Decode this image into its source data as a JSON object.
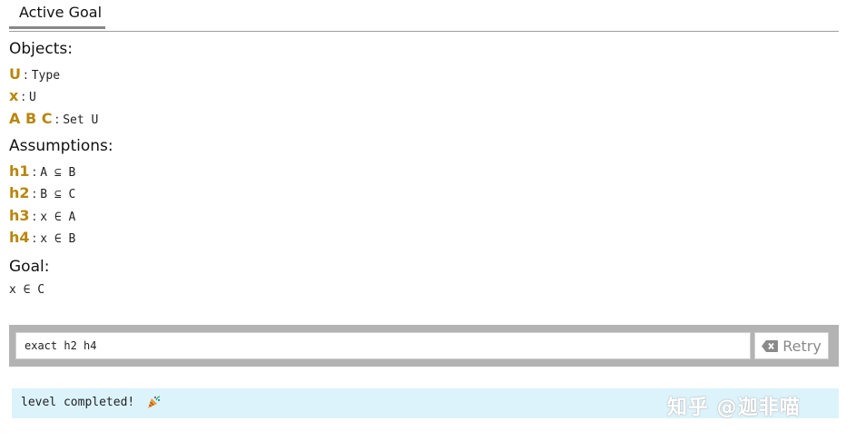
{
  "tab": {
    "label": "Active Goal"
  },
  "objects": {
    "heading": "Objects:",
    "items": [
      {
        "name": "U",
        "type": "Type"
      },
      {
        "name": "x",
        "type": "U"
      },
      {
        "name": "A B C",
        "type": "Set U"
      }
    ]
  },
  "assumptions": {
    "heading": "Assumptions:",
    "items": [
      {
        "name": "h1",
        "type": "A ⊆ B"
      },
      {
        "name": "h2",
        "type": "B ⊆ C"
      },
      {
        "name": "h3",
        "type": "x ∈ A"
      },
      {
        "name": "h4",
        "type": "x ∈ B"
      }
    ]
  },
  "goal": {
    "heading": "Goal:",
    "statement": "x ∈ C"
  },
  "command": {
    "value": "exact h2 h4"
  },
  "retry": {
    "label": "Retry"
  },
  "completion": {
    "message": "level completed!",
    "icon": "party-popper-icon"
  },
  "watermark": {
    "text": "知乎 @迦非喵"
  },
  "colors": {
    "hypothesis_name": "#b8860b",
    "completion_bg": "#dcf3fc",
    "command_frame": "#b3b3b3"
  }
}
